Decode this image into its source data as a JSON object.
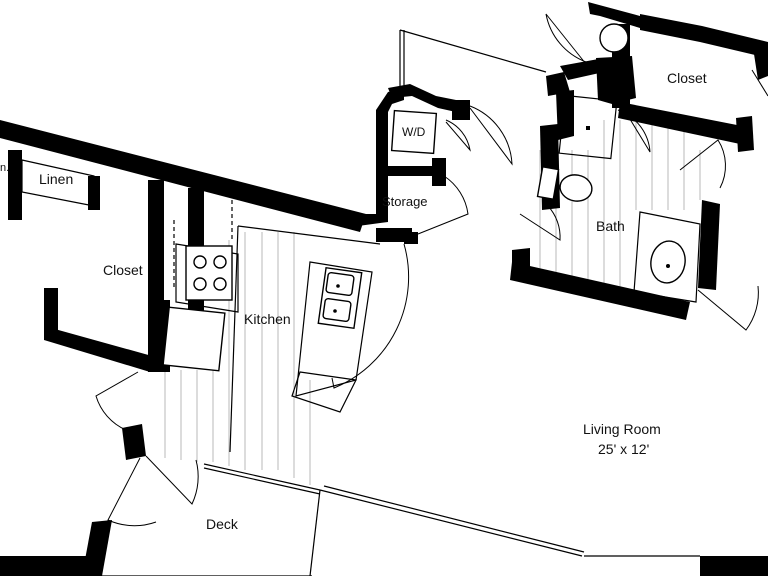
{
  "plan": {
    "rooms": {
      "linen": "Linen",
      "closet_left": "Closet",
      "kitchen": "Kitchen",
      "storage": "Storage",
      "wd": "W/D",
      "closet_right": "Closet",
      "bath": "Bath",
      "living_room": "Living Room",
      "living_room_size": "25' x 12'",
      "deck": "Deck",
      "cut_off": "n."
    }
  }
}
